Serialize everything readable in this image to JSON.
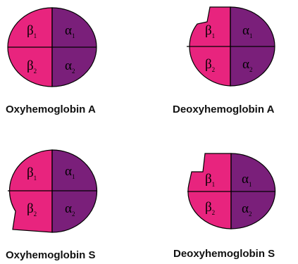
{
  "colors": {
    "beta": "#e8247e",
    "alpha": "#7a1f7a",
    "outline": "#000000"
  },
  "panels": [
    {
      "caption": "Oxyhemoglobin A",
      "subunits": [
        {
          "letter": "β",
          "index": "1"
        },
        {
          "letter": "α",
          "index": "1"
        },
        {
          "letter": "β",
          "index": "2"
        },
        {
          "letter": "α",
          "index": "2"
        }
      ]
    },
    {
      "caption": "Deoxyhemoglobin A",
      "subunits": [
        {
          "letter": "β",
          "index": "1"
        },
        {
          "letter": "α",
          "index": "1"
        },
        {
          "letter": "β",
          "index": "2"
        },
        {
          "letter": "α",
          "index": "2"
        }
      ]
    },
    {
      "caption": "Oxyhemoglobin S",
      "subunits": [
        {
          "letter": "β",
          "index": "1"
        },
        {
          "letter": "α",
          "index": "1"
        },
        {
          "letter": "β",
          "index": "2"
        },
        {
          "letter": "α",
          "index": "2"
        }
      ]
    },
    {
      "caption": "Deoxyhemoglobin S",
      "subunits": [
        {
          "letter": "β",
          "index": "1"
        },
        {
          "letter": "α",
          "index": "1"
        },
        {
          "letter": "β",
          "index": "2"
        },
        {
          "letter": "α",
          "index": "2"
        }
      ]
    }
  ]
}
